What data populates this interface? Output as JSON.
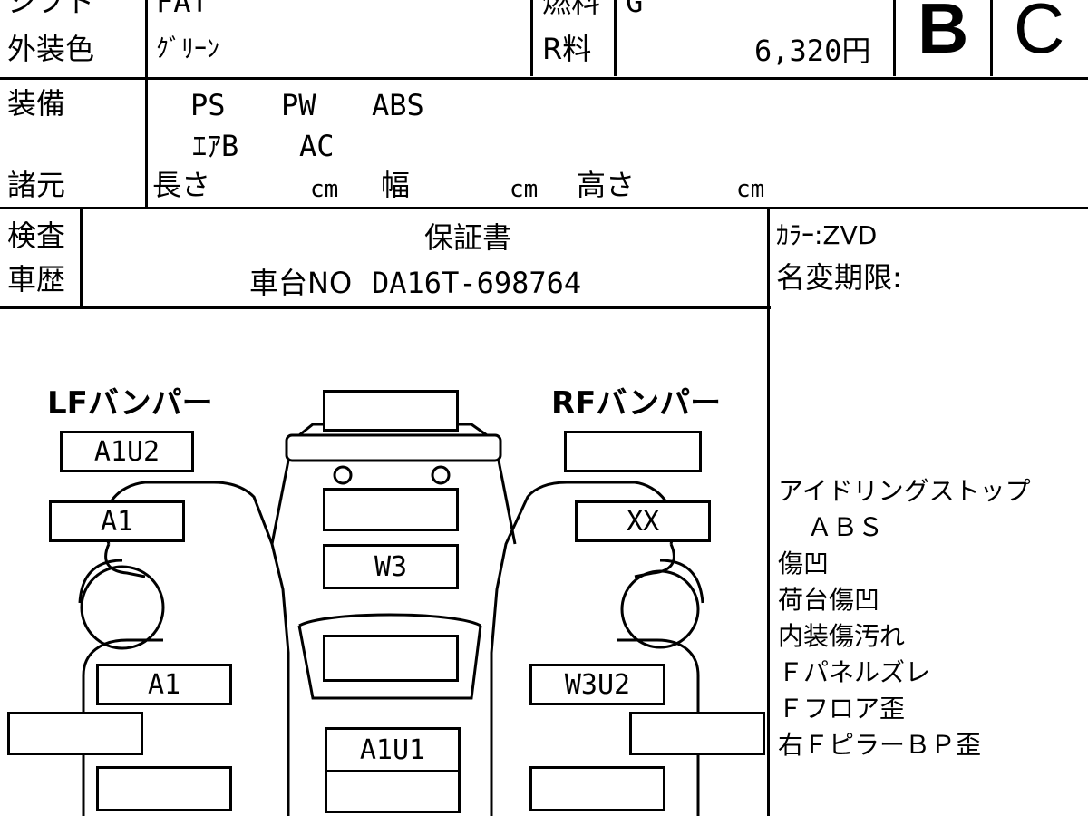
{
  "header": {
    "row1_label": "シフト",
    "row1_value": "FAT",
    "fuel_label": "燃料",
    "fuel_value": "G",
    "color_label": "外装色",
    "color_value": "ｸﾞﾘｰﾝ",
    "recycle_label": "R料",
    "recycle_value": "6,320円",
    "grade_exterior": "B",
    "grade_interior": "C"
  },
  "equipment": {
    "label": "装備",
    "items_row1": [
      "PS",
      "PW",
      "ABS"
    ],
    "items_row2": [
      "ｴｱB",
      "AC"
    ]
  },
  "specs": {
    "label": "諸元",
    "length_label": "長さ",
    "width_label": "幅",
    "height_label": "高さ",
    "unit": "cm"
  },
  "inspection": {
    "label_top": "検査",
    "label_bottom": "車歴",
    "warranty": "保証書",
    "chassis_label": "車台NO",
    "chassis_number": "DA16T-698764"
  },
  "side_info": {
    "color_code": "ｶﾗｰ:ZVD",
    "name_change_deadline": "名変期限:",
    "notes": [
      "アイドリングストップ",
      "ＡＢＳ",
      "傷凹",
      "荷台傷凹",
      "内装傷汚れ",
      "Ｆパネルズレ",
      "Ｆフロア歪",
      "右ＦピラーＢＰ歪"
    ]
  },
  "diagram": {
    "lf_bumper_label": "LFバンパー",
    "rf_bumper_label": "RFバンパー",
    "lf_bumper_grade": "A1U2",
    "rf_bumper_grade": "",
    "lf_fender_grade": "A1",
    "rf_fender_grade": "XX",
    "windshield_grade": "W3",
    "lf_door_grade": "A1",
    "rf_door_grade": "W3U2",
    "roof_grade": "A1U1"
  }
}
